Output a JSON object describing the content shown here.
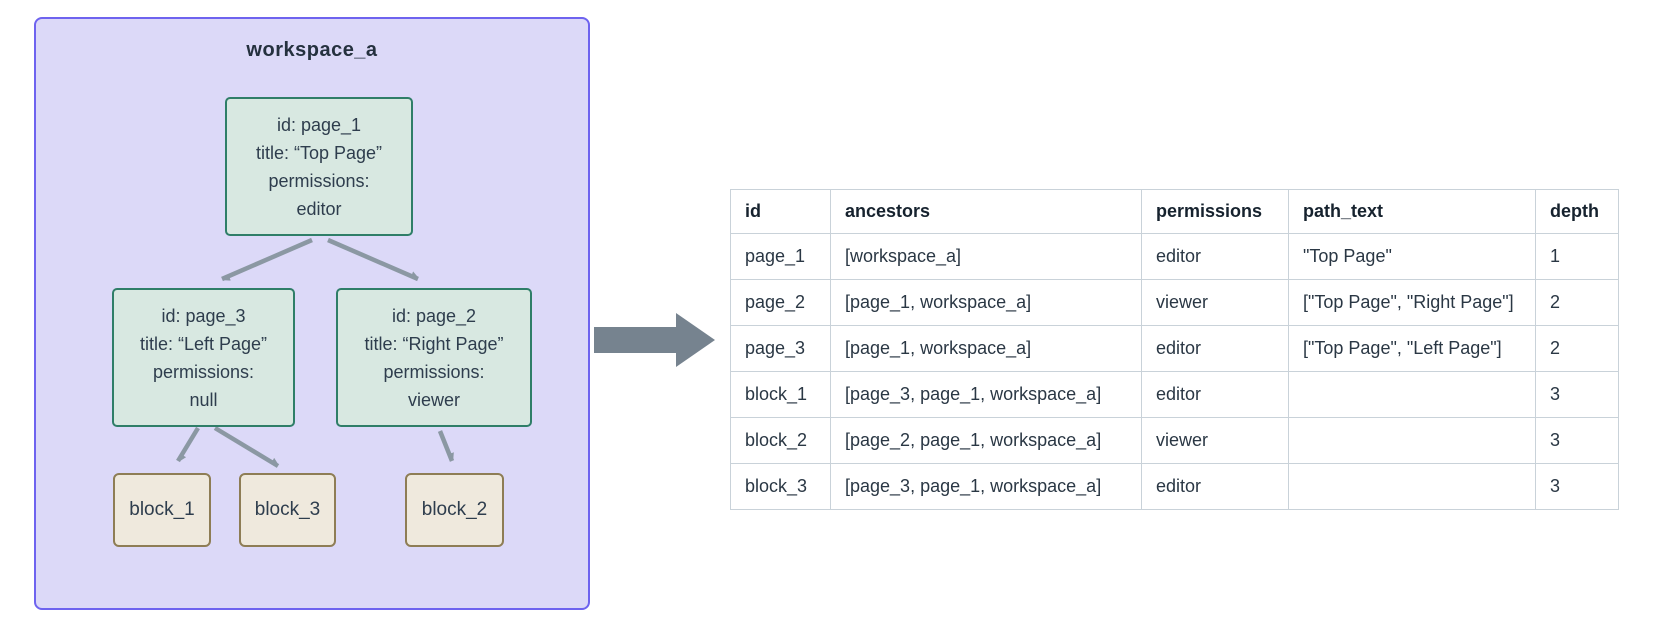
{
  "diagram": {
    "workspace_label": "workspace_a",
    "pages": {
      "page_1": {
        "id_line": "id: page_1",
        "title_line": "title: “Top Page”",
        "perm_label": "permissions:",
        "perm_value": "editor"
      },
      "page_3": {
        "id_line": "id: page_3",
        "title_line": "title: “Left Page”",
        "perm_label": "permissions:",
        "perm_value": "null"
      },
      "page_2": {
        "id_line": "id: page_2",
        "title_line": "title: “Right Page”",
        "perm_label": "permissions:",
        "perm_value": "viewer"
      }
    },
    "blocks": {
      "block_1": {
        "label": "block_1"
      },
      "block_3": {
        "label": "block_3"
      },
      "block_2": {
        "label": "block_2"
      }
    }
  },
  "table": {
    "columns": [
      "id",
      "ancestors",
      "permissions",
      "path_text",
      "depth"
    ],
    "rows": [
      {
        "id": "page_1",
        "ancestors": "[workspace_a]",
        "permissions": "editor",
        "path_text": "\"Top Page\"",
        "depth": "1"
      },
      {
        "id": "page_2",
        "ancestors": "[page_1, workspace_a]",
        "permissions": "viewer",
        "path_text": "[\"Top Page\", \"Right Page\"]",
        "depth": "2"
      },
      {
        "id": "page_3",
        "ancestors": "[page_1, workspace_a]",
        "permissions": "editor",
        "path_text": "[\"Top Page\", \"Left Page\"]",
        "depth": "2"
      },
      {
        "id": "block_1",
        "ancestors": "[page_3, page_1, workspace_a]",
        "permissions": "editor",
        "path_text": "",
        "depth": "3"
      },
      {
        "id": "block_2",
        "ancestors": "[page_2, page_1, workspace_a]",
        "permissions": "viewer",
        "path_text": "",
        "depth": "3"
      },
      {
        "id": "block_3",
        "ancestors": "[page_3, page_1, workspace_a]",
        "permissions": "editor",
        "path_text": "",
        "depth": "3"
      }
    ]
  },
  "colors": {
    "workspace_fill": "#dcd9f8",
    "workspace_border": "#6e63ef",
    "page_fill": "#d8e8e1",
    "page_border": "#2f7e68",
    "block_fill": "#efe9dd",
    "block_border": "#8e7d55",
    "tree_arrow": "#8b98a3",
    "flow_arrow": "#76838f",
    "table_border": "#c9d2d9",
    "text": "#2e3d4d"
  }
}
